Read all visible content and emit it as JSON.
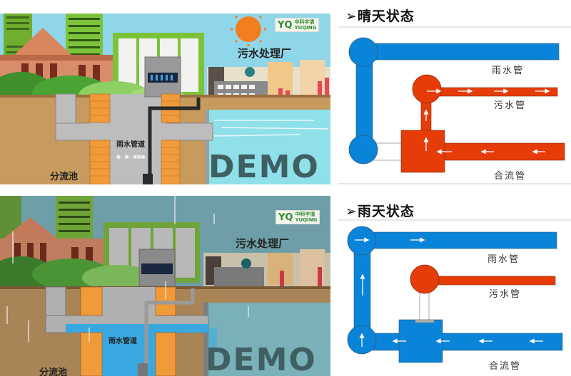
{
  "scenes": [
    {
      "id": "sunny",
      "weather": "sunny",
      "logo": {
        "mark": "YQ",
        "cn": "中科宇清",
        "en": "YUQING"
      },
      "plant_label": "污水处理厂",
      "pipe_label": "雨水管道",
      "pipe_sublabel": "■、■、■■■",
      "tank_label": "分流池",
      "watermark": "DEMO"
    },
    {
      "id": "rainy",
      "weather": "rainy",
      "logo": {
        "mark": "YQ",
        "cn": "中科宇清",
        "en": "YUQING"
      },
      "plant_label": "污水处理厂",
      "pipe_label": "雨水管道",
      "tank_label": "分流池",
      "watermark": "DEMO"
    }
  ],
  "panels": [
    {
      "id": "sunny",
      "title": "➢晴天状态",
      "labels": {
        "rain": "雨水管",
        "sewage": "污水管",
        "combined": "合流管"
      },
      "state": {
        "rain_pipe_flow": false,
        "sewage_flow": true,
        "combined_to": "sewage",
        "box_color": "red"
      }
    },
    {
      "id": "rainy",
      "title": "➢雨天状态",
      "labels": {
        "rain": "雨水管",
        "sewage": "污水管",
        "combined": "合流管"
      },
      "state": {
        "rain_pipe_flow": true,
        "sewage_flow": false,
        "combined_to": "rain",
        "box_color": "blue"
      }
    }
  ],
  "colors": {
    "rain_blue": "#0a84d8",
    "sewage_red": "#e63c08",
    "sky_sunny": "#8fd6e8",
    "sky_rainy": "#6e9ea8",
    "soil": "#c79a5e",
    "water": "#8fe0e8",
    "brick": "#e8923a"
  }
}
